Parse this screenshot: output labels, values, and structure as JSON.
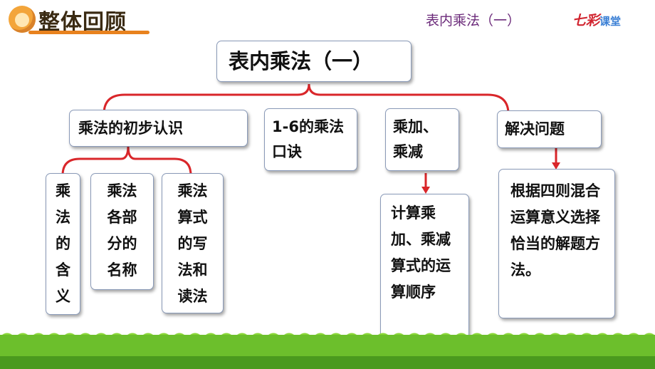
{
  "header": {
    "title": "整体回顾",
    "lesson": "表内乘法（一）",
    "brand_main": "七彩",
    "brand_sub": "课堂"
  },
  "root": {
    "label": "表内乘法（一）"
  },
  "topics": [
    {
      "label": "乘法的初步认识",
      "children": [
        "乘法的含义",
        "乘法各部分的名称",
        "乘法算式的写法和读法"
      ]
    },
    {
      "label": "1-6的乘法口诀"
    },
    {
      "label": "乘加、乘减",
      "detail": "计算乘加、乘减算式的运算顺序"
    },
    {
      "label": "解决问题",
      "detail": "根据四则混合运算意义选择恰当的解题方法。"
    }
  ],
  "colors": {
    "connector": "#d9262a",
    "accent_bar": "#e8821e",
    "grass": "#6cbf2c"
  }
}
